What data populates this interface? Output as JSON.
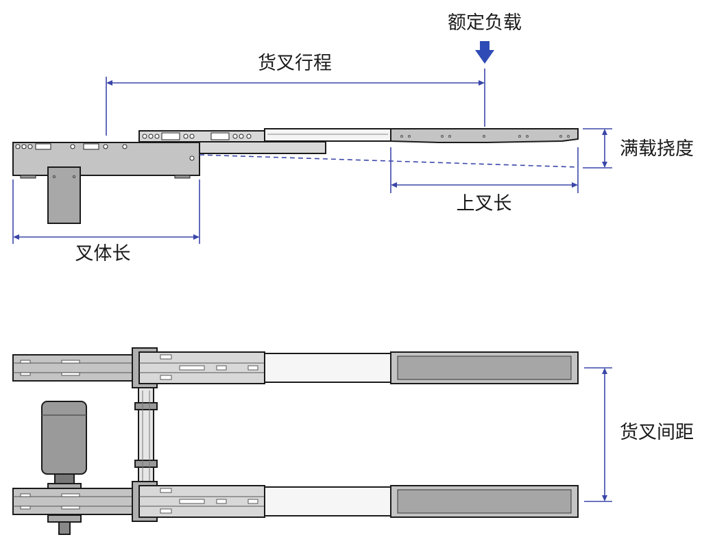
{
  "labels": {
    "rated_load": "额定负载",
    "fork_stroke": "货叉行程",
    "full_load_deflection": "满载挠度",
    "upper_fork_length": "上叉长",
    "fork_body_length": "叉体长",
    "fork_spacing": "货叉间距"
  },
  "colors": {
    "dimension_line": "#3a46a8",
    "load_arrow": "#2f4bb5",
    "fork_body": "#c4c4c4",
    "fork_light": "#e2e2e2",
    "motor": "#9a9a9a",
    "outline": "#1a1a1a"
  },
  "icons": {
    "load_indicator": "down-arrow-icon"
  }
}
